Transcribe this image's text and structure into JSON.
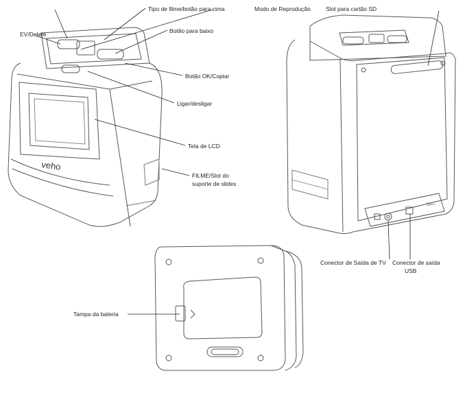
{
  "labels": {
    "ev_delete": "EV/Delete",
    "film_type": "Tipo de filme/botão para cima",
    "playback_mode": "Modo de Reprodução",
    "sd_slot": "Slot para cartão SD",
    "down_button": "Botão para baixo",
    "ok_copy": "Botão OK/Copiar",
    "power": "Ligar/desligar",
    "lcd": "Tela de LCD",
    "film_slot_line1": "FILME/Slot do",
    "film_slot_line2": "suporte de slides",
    "tv_out": "Conector de Saída de TV",
    "usb_line1": "Conector de saída",
    "usb_line2": "USB",
    "battery_cover": "Tampa da bateria"
  },
  "device_text": {
    "brand": "veho",
    "dc_label": "5V⎓"
  }
}
